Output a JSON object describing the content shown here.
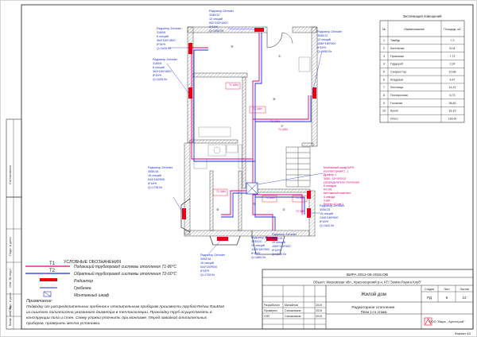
{
  "colors": {
    "supply": "#d8007a",
    "return": "#1f2fd0",
    "radiator": "#e8001a",
    "ink": "#222222",
    "wall": "#555555",
    "thin": "#888888"
  },
  "radiators": [
    {
      "lines": [
        "Радиатор Zehnder",
        "3180/6",
        "6 секций",
        "364*180*1800",
        "8*18*9",
        "Q=1026 Вт"
      ]
    },
    {
      "lines": [
        "Радиатор Zehnder",
        "3180/12",
        "12 секций",
        "552*180*1800",
        "8*18*9",
        "Q=1955 Вт"
      ]
    },
    {
      "lines": [
        "Радиатор Zehnder",
        "3180/8",
        "8 секций",
        "364*180*1800",
        "8*18*9",
        "Q=1026 Вт"
      ]
    },
    {
      "lines": [
        "Радиатор Zehnder",
        "3050/12",
        "12 секций",
        "1080*180*500",
        "8*18*9",
        "Q=1955 Вт"
      ]
    },
    {
      "lines": [
        "Радиатор Zehnder",
        "3050/15",
        "15 секций",
        "1340*180*500",
        "8*18*9",
        "Q=1542 Вт"
      ]
    },
    {
      "lines": [
        "Радиатор Zehnder",
        "3050/19",
        "19 секций",
        "1560*180*500",
        "8*18*9",
        "Q=1945 Вт"
      ]
    },
    {
      "lines": [
        "Радиатор Zehnder",
        "3050/20",
        "20 секций",
        "1150*180*500",
        "8*18*9",
        "Q=1860 Вт"
      ]
    },
    {
      "lines": [
        "Радиатор Zehnder",
        "3050/16",
        "16 секций",
        "644*180*500",
        "8*18*9",
        "Q=1728 Вт"
      ]
    },
    {
      "lines": [
        "Радиатор Zehnder",
        "3050/16",
        "16 секций",
        "644*180*500",
        "8*18*9",
        "Q=1728 Вт"
      ]
    }
  ],
  "manifold": {
    "lines": [
      "Монтажный шкаф ШРН",
      "(коллекторный 1...)",
      "Дрейгер 1",
      "3050...15*15*2/12",
      "распределители отопления",
      "6 отводов",
      "R1 0/6",
      "монтажный комплект",
      "4 отвода",
      "3 кВт",
      "Бентер 12 мм 1"
    ]
  },
  "room_labels": [
    "T1 3/4N",
    "T2 3/4N",
    "T1 0/4N",
    "T2 0/4N",
    "T1 3/4N",
    "T2 3/4N",
    "T1 0/4N",
    "T2 0/4N"
  ],
  "room_table": {
    "title": "Экспликация помещений",
    "headers": [
      "№",
      "Наименование",
      "Площадь, м2"
    ],
    "rows": [
      [
        "1",
        "Тамбур",
        "7,3"
      ],
      [
        "2",
        "Котельная",
        "6,04"
      ],
      [
        "3",
        "Прихожая",
        "7,72"
      ],
      [
        "4",
        "Гардероб",
        "2,24"
      ],
      [
        "5",
        "Санузел гор.",
        "10,88"
      ],
      [
        "6",
        "Кладовая",
        "4,47"
      ],
      [
        "7",
        "Лестница",
        "14,21"
      ],
      [
        "8",
        "Постирочная",
        "6,73"
      ],
      [
        "9",
        "Гостиная",
        "38,83"
      ],
      [
        "10",
        "Кухня",
        "16,15"
      ],
      [
        "",
        "Итого:",
        "118,00"
      ]
    ]
  },
  "legend": {
    "title": "УСЛОВНЫЕ ОБОЗНАЧЕНИЯ",
    "t1": "T1",
    "t2": "T2",
    "supply": "Подающий трубопровод системы отопления Т1-80°С",
    "return": "Обратный трубопровод системы отопления Т2-60°С",
    "radiator": "Радиатор",
    "valve": "Гребенка",
    "cabinet": "Монтажный шкаф"
  },
  "notes": {
    "title": "Примечание:",
    "lines": [
      "Подводку от распределительных гребенок к отопительным приборам произвести трубой Rehau RautItan",
      "из сшитого полиэтилена указанного диаметра в теплоизоляции. Прокладку труб осуществлять в",
      "конструкции пола и стен. Схему уложки уточнить при монтаже. Перед заводкой отопительных",
      "приборов, проверить места установки."
    ]
  },
  "side_stamp": [
    "Взам. инв. №",
    "Подп. и дата",
    "Инв. № подл.",
    "Согласовано",
    "Подп. и дата"
  ],
  "title_block": {
    "code": "ВИРА.2012-06-2018.ОВ",
    "object": "Объект: Московская обл., Красногорский р-н, КП \"Земли Раунга Клуб\"",
    "house": "Жилой дом",
    "sheet_title_1": "Радиаторное отопление.",
    "sheet_title_2": "План 1-го этажа",
    "company": "ООО \"Вира - Аргострой\"",
    "rows": [
      {
        "role": "Разработал",
        "name": "Михайлов",
        "date": "2019"
      },
      {
        "role": "Проверил",
        "name": "Сапожников",
        "date": "2019"
      },
      {
        "role": "ГИП",
        "name": "Сапожников",
        "date": "2019"
      }
    ],
    "stage_header": "Стадия",
    "sheet_header": "Лист",
    "sheets_header": "Листов",
    "stage": "РД",
    "sheet": "6",
    "sheets": "12",
    "format": "Формат А3"
  }
}
